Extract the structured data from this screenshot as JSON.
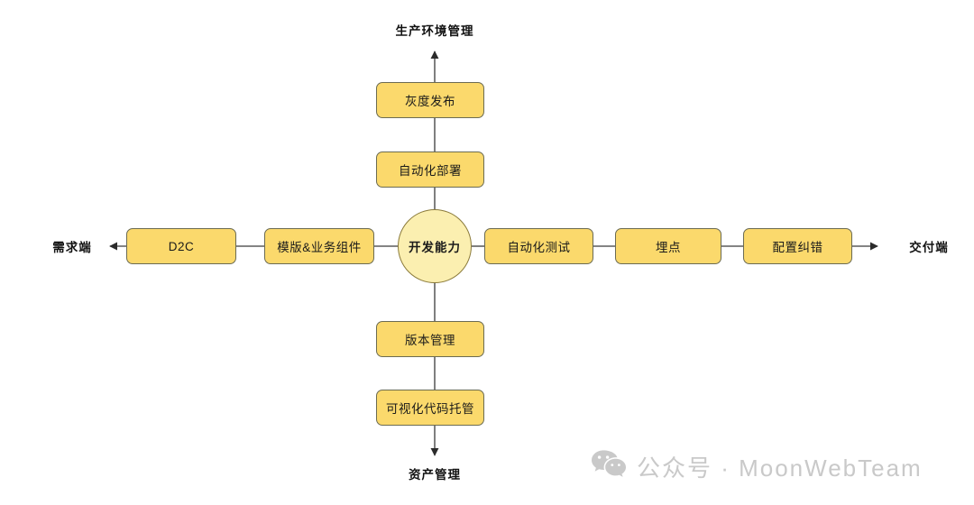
{
  "diagram": {
    "title": "",
    "hub": {
      "label": "开发能力"
    },
    "endpoints": {
      "left": {
        "label": "需求端"
      },
      "right": {
        "label": "交付端"
      },
      "top": {
        "label": "生产环境管理"
      },
      "bottom": {
        "label": "资产管理"
      }
    },
    "branches": {
      "left": [
        {
          "label": "模版&业务组件"
        },
        {
          "label": "D2C"
        }
      ],
      "right": [
        {
          "label": "自动化测试"
        },
        {
          "label": "埋点"
        },
        {
          "label": "配置纠错"
        }
      ],
      "up": [
        {
          "label": "自动化部署"
        },
        {
          "label": "灰度发布"
        }
      ],
      "down": [
        {
          "label": "版本管理"
        },
        {
          "label": "可视化代码托管"
        }
      ]
    },
    "colors": {
      "node_fill": "#FBD96C",
      "node_border": "#6b6b52",
      "hub_fill": "#FBEFB0",
      "hub_border": "#8a7a3a",
      "line": "#3a3a3a",
      "text": "#1a1a1a",
      "background": "#ffffff",
      "watermark": "#c9c9c9"
    }
  },
  "watermark": {
    "icon": "wechat-icon",
    "text": "公众号 · MoonWebTeam"
  }
}
